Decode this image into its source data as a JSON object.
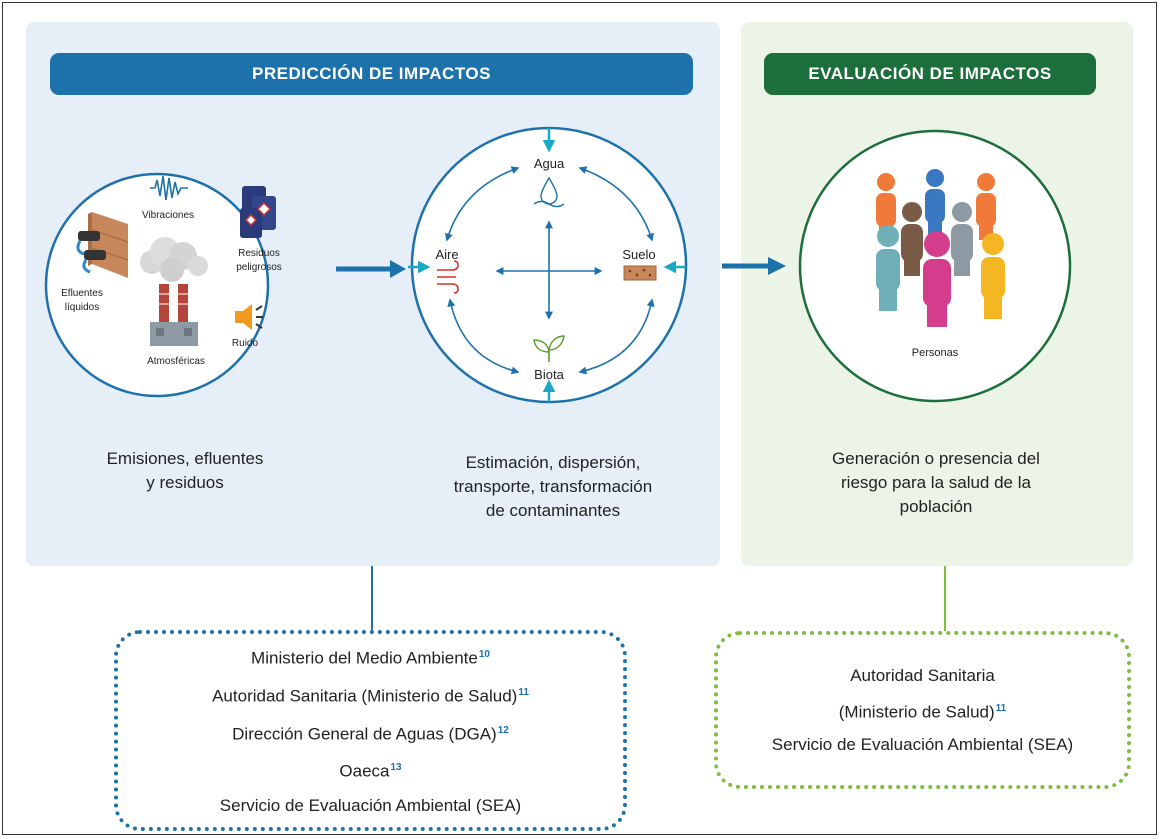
{
  "headers": {
    "prediction": "PREDICCIÓN DE IMPACTOS",
    "evaluation": "EVALUACIÓN DE IMPACTOS"
  },
  "circle1": {
    "vibraciones": "Vibraciones",
    "residuos_1": "Residuos",
    "residuos_2": "peligrosos",
    "efluentes_1": "Efluentes",
    "efluentes_2": "líquidos",
    "atmosfericas": "Atmosféricas",
    "ruido": "Ruido"
  },
  "circle2": {
    "agua": "Agua",
    "aire": "Aire",
    "suelo": "Suelo",
    "biota": "Biota"
  },
  "circle3": {
    "personas": "Personas"
  },
  "captions": {
    "emisiones_line1": "Emisiones, efluentes",
    "emisiones_line2": "y residuos",
    "estimacion_line1": "Estimación, dispersión,",
    "estimacion_line2": "transporte, transformación",
    "estimacion_line3": "de contaminantes",
    "generacion_line1": "Generación o presencia del",
    "generacion_line2": "riesgo para la salud de la",
    "generacion_line3": "población"
  },
  "box_blue": {
    "line1": "Ministerio del Medio Ambiente",
    "line1_ref": "10",
    "line2": "Autoridad Sanitaria (Ministerio de Salud)",
    "line2_ref": "11",
    "line3": "Dirección General de Aguas (DGA)",
    "line3_ref": "12",
    "line4": "Oaeca",
    "line4_ref": "13",
    "line5": "Servicio de Evaluación Ambiental (SEA)"
  },
  "box_green": {
    "line1": "Autoridad Sanitaria",
    "line2": "(Ministerio de Salud)",
    "line2_ref": "11",
    "line3": "Servicio de Evaluación Ambiental (SEA)"
  },
  "colors": {
    "blue": "#1e72ab",
    "dark_green": "#1c6e3a",
    "light_green": "#7bbf3a",
    "teal": "#1aa9c4",
    "panel_blue": "#e6eff7",
    "panel_green": "#ebf4e6"
  }
}
